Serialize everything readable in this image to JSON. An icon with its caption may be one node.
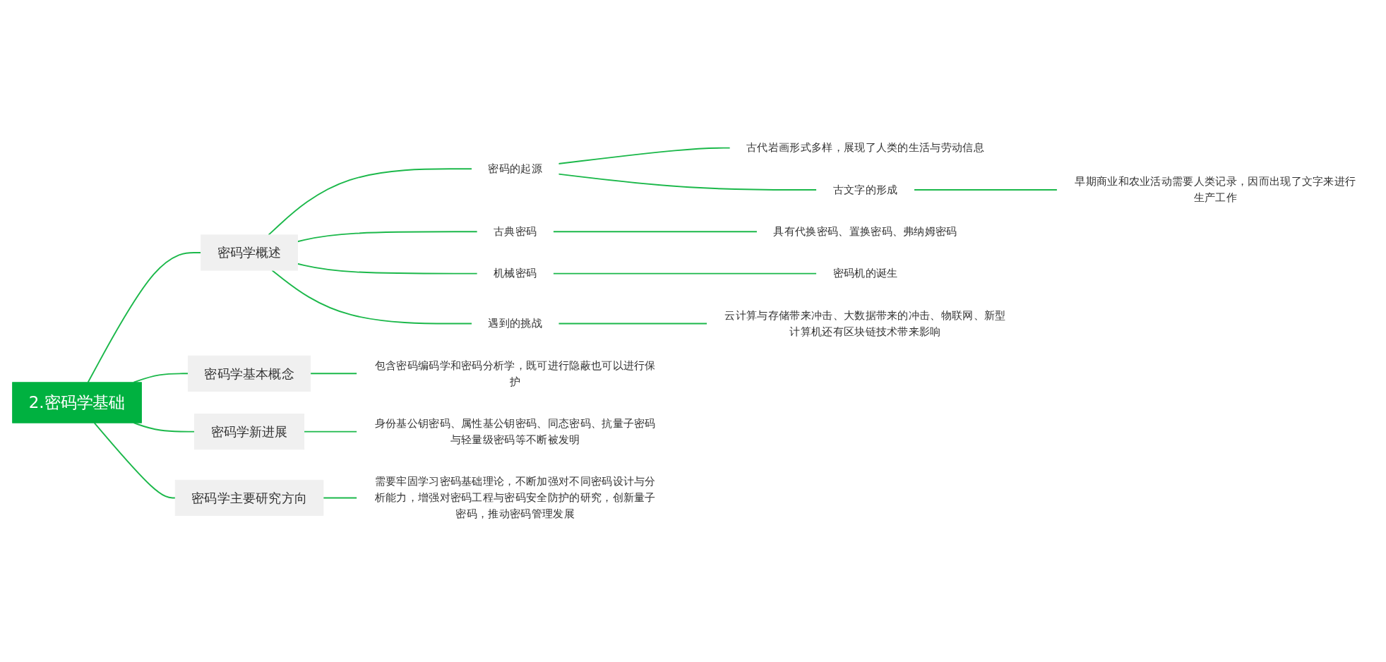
{
  "diagram": {
    "nodes": [
      {
        "text": [
          "2.密码学基础"
        ]
      },
      {
        "text": [
          "密码学概述"
        ]
      },
      {
        "text": [
          "密码的起源"
        ]
      },
      {
        "text": [
          "古代岩画形式多样，展现了人类的生活与劳动信息"
        ]
      },
      {
        "text": [
          "古文字的形成"
        ]
      },
      {
        "text": [
          "早期商业和农业活动需要人类记录，因而出现了文字来进行生产工作"
        ]
      },
      {
        "text": [
          "古典密码"
        ]
      },
      {
        "text": [
          "具有代换密码、置换密码、弗纳姆密码"
        ]
      },
      {
        "text": [
          "机械密码"
        ]
      },
      {
        "text": [
          "密码机的诞生"
        ]
      },
      {
        "text": [
          "遇到的挑战"
        ]
      },
      {
        "text": [
          "云计算与存储带来冲击、大数据带来的冲击、物联网、新型计算机还有区块链技术带来影响"
        ]
      },
      {
        "text": [
          "密码学基本概念"
        ]
      },
      {
        "text": [
          "包含密码编码学和密码分析学，既可进行隐蔽也可以进行保护"
        ]
      },
      {
        "text": [
          "密码学新进展"
        ]
      },
      {
        "text": [
          "身份基公钥密码、属性基公钥密码、同态密码、抗量子密码与轻量级密码等不断被发明"
        ]
      },
      {
        "text": [
          "密码学主要研究方向"
        ]
      },
      {
        "text": [
          "需要牢固学习密码基础理论，不断加强对不同密码设计与分析能力，增强对密码工程与密码安全防护的研究，创新量子密码，推动密码管理发展"
        ]
      }
    ],
    "edges": [
      {
        "from": 0,
        "to": 1,
        "arrow": "none"
      },
      {
        "from": 1,
        "to": 2,
        "arrow": "none"
      },
      {
        "from": 2,
        "to": 3,
        "arrow": "none"
      },
      {
        "from": 2,
        "to": 4,
        "arrow": "none"
      },
      {
        "from": 4,
        "to": 5,
        "arrow": "none"
      },
      {
        "from": 1,
        "to": 6,
        "arrow": "none"
      },
      {
        "from": 6,
        "to": 7,
        "arrow": "none"
      },
      {
        "from": 1,
        "to": 8,
        "arrow": "none"
      },
      {
        "from": 8,
        "to": 9,
        "arrow": "none"
      },
      {
        "from": 1,
        "to": 10,
        "arrow": "none"
      },
      {
        "from": 10,
        "to": 11,
        "arrow": "none"
      },
      {
        "from": 0,
        "to": 12,
        "arrow": "none"
      },
      {
        "from": 12,
        "to": 13,
        "arrow": "none"
      },
      {
        "from": 0,
        "to": 14,
        "arrow": "none"
      },
      {
        "from": 14,
        "to": 15,
        "arrow": "none"
      },
      {
        "from": 0,
        "to": 16,
        "arrow": "none"
      },
      {
        "from": 16,
        "to": 17,
        "arrow": "none"
      }
    ]
  }
}
